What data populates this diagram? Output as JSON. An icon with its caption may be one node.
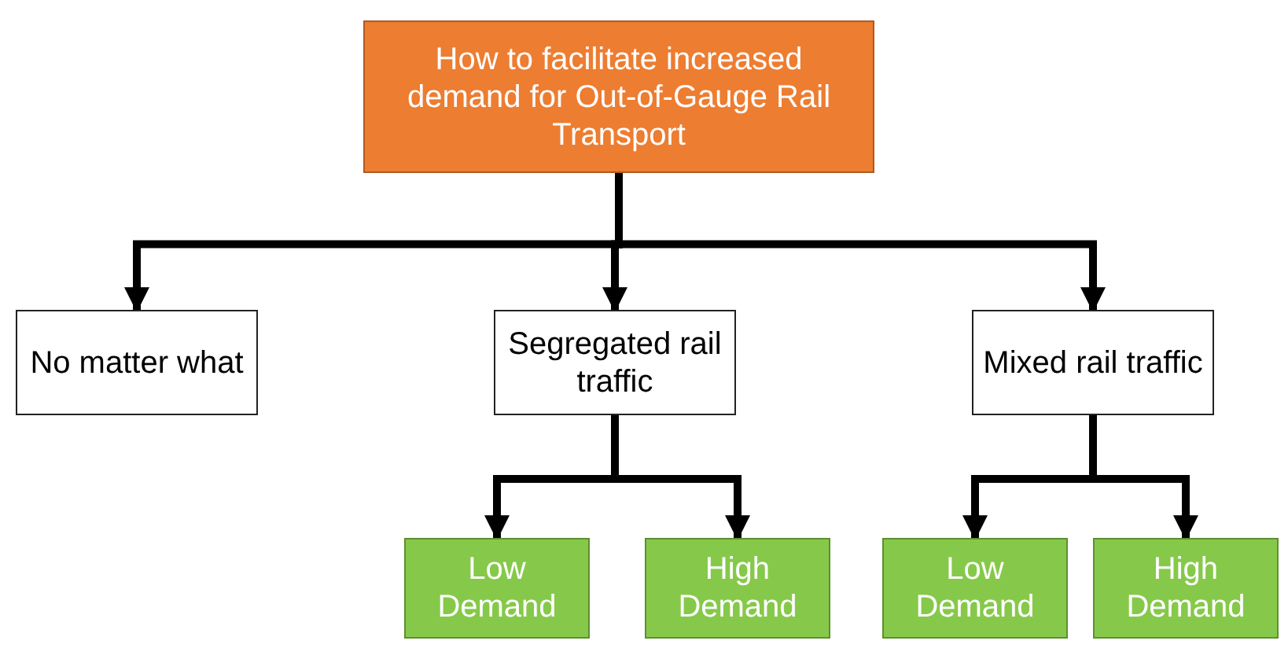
{
  "diagram": {
    "nodes": [
      {
        "text": [
          "How to facilitate increased demand for Out-of-Gauge Rail Transport"
        ]
      },
      {
        "text": [
          "No matter what"
        ]
      },
      {
        "text": [
          "Segregated rail traffic"
        ]
      },
      {
        "text": [
          "Mixed rail traffic"
        ]
      },
      {
        "text": [
          "Low Demand"
        ]
      },
      {
        "text": [
          "High Demand"
        ]
      },
      {
        "text": [
          "Low Demand"
        ]
      },
      {
        "text": [
          "High Demand"
        ]
      }
    ],
    "edges": [
      {
        "from": 0,
        "to": 1,
        "arrow": "to"
      },
      {
        "from": 0,
        "to": 2,
        "arrow": "to"
      },
      {
        "from": 0,
        "to": 3,
        "arrow": "to"
      },
      {
        "from": 2,
        "to": 4,
        "arrow": "to"
      },
      {
        "from": 2,
        "to": 5,
        "arrow": "to"
      },
      {
        "from": 3,
        "to": 6,
        "arrow": "to"
      },
      {
        "from": 3,
        "to": 7,
        "arrow": "to"
      }
    ]
  }
}
